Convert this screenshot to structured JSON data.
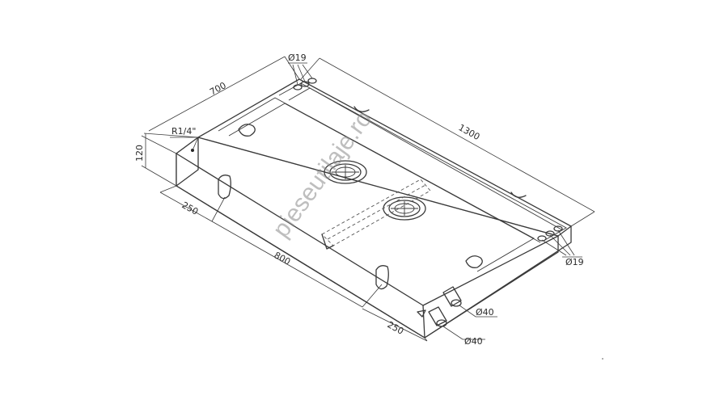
{
  "labels": {
    "thread": "R1/4\"",
    "height": "120",
    "width": "700",
    "length": "1300",
    "mount_spacing": "800",
    "mount_offset_left": "250",
    "mount_offset_right": "250",
    "port_top": "Ø19",
    "port_right": "Ø19",
    "outlet_1": "Ø40",
    "outlet_2": "Ø40"
  },
  "watermark": "pieseutilaje.ro"
}
